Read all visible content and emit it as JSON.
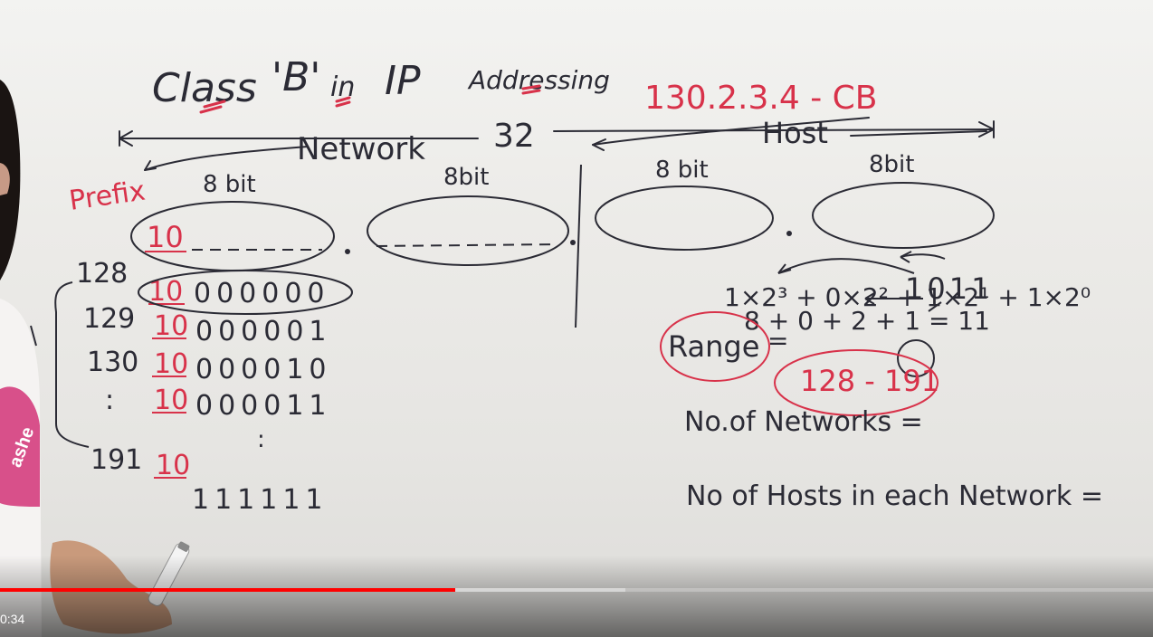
{
  "board": {
    "title": "Class 'B' in IP Addressing",
    "title_parts": {
      "class": "Class",
      "b": "'B'",
      "in": "in",
      "ip": "IP",
      "addressing": "Addressing"
    },
    "example_ip": "130.2.3.4 - CB",
    "network_label": "Network",
    "total_bits": "32",
    "host_label": "Host",
    "prefix_label": "Prefix",
    "octet_bits": [
      "8 bit",
      "8bit",
      "8 bit",
      "8bit"
    ],
    "first_octet_prefix": "10",
    "rows": [
      {
        "decimal": "128",
        "prefix": "10",
        "rest": "000000"
      },
      {
        "decimal": "129",
        "prefix": "10",
        "rest": "000001"
      },
      {
        "decimal": "130",
        "prefix": "10",
        "rest": "000010"
      },
      {
        "decimal": ":",
        "prefix": "10",
        "rest": "000011"
      },
      {
        "decimal": "191",
        "prefix": "10",
        "rest": "111111"
      }
    ],
    "vdots": ":",
    "binary_value": "1011",
    "calc_line1": "1×2³ + 0×2² + 1×2¹ + 1×2⁰",
    "calc_line2": "8 + 0 + 2 + 1 = 11",
    "range_label": "Range",
    "range_eq": "=",
    "range_value": "128 - 191",
    "num_networks": "No.of Networks =",
    "num_hosts": "No of Hosts in each Network ="
  },
  "colors": {
    "ink": "#2b2b35",
    "red": "#d8324a",
    "progress": "#ff0000"
  },
  "player": {
    "time": "0:34",
    "progress": 0.395,
    "buffered": 0.542
  }
}
